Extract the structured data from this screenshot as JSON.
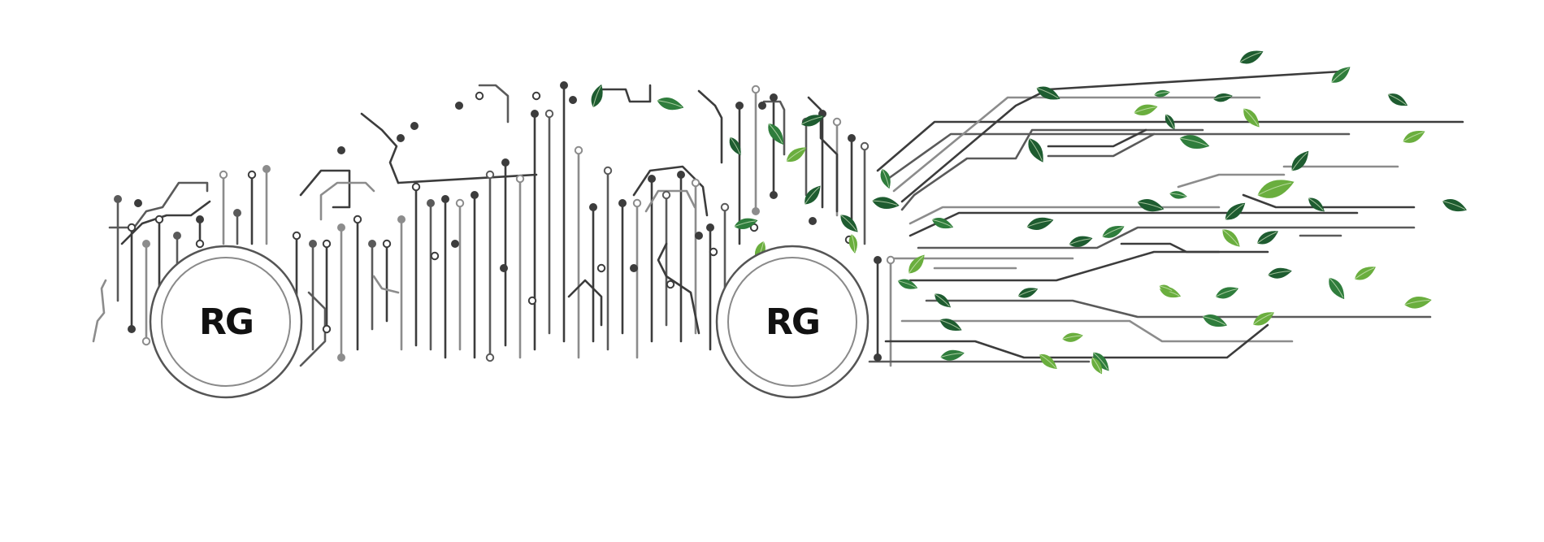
{
  "illustration": {
    "subject": "circuit-board-car-with-leaves",
    "rear_wheel_logo": "RG",
    "front_wheel_logo": "RG",
    "colors": {
      "background": "#ffffff",
      "circuit_dark": "#3c3c3c",
      "circuit_mid": "#5a5a5a",
      "circuit_light": "#8c8c8c",
      "leaf_dark": "#1e5c30",
      "leaf_mid": "#2f7d3c",
      "leaf_light": "#6aae3e"
    }
  }
}
